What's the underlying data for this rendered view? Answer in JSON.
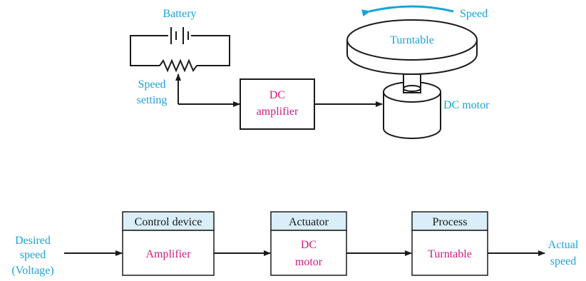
{
  "top": {
    "battery": "Battery",
    "speed": "Speed",
    "turntable": "Turntable",
    "speed_setting_1": "Speed",
    "speed_setting_2": "setting",
    "amp_1": "DC",
    "amp_2": "amplifier",
    "motor": "DC motor"
  },
  "bottom": {
    "input_1": "Desired",
    "input_2": "speed",
    "input_3": "(Voltage)",
    "blocks": [
      {
        "header": "Control device",
        "body_1": "Amplifier",
        "body_2": ""
      },
      {
        "header": "Actuator",
        "body_1": "DC",
        "body_2": "motor"
      },
      {
        "header": "Process",
        "body_1": "Turntable",
        "body_2": ""
      }
    ],
    "output_1": "Actual",
    "output_2": "speed"
  },
  "colors": {
    "label": "#1aa3d9",
    "block_text": "#d4197a",
    "header_fill": "#d9eef8",
    "line": "#1a1a1a"
  }
}
